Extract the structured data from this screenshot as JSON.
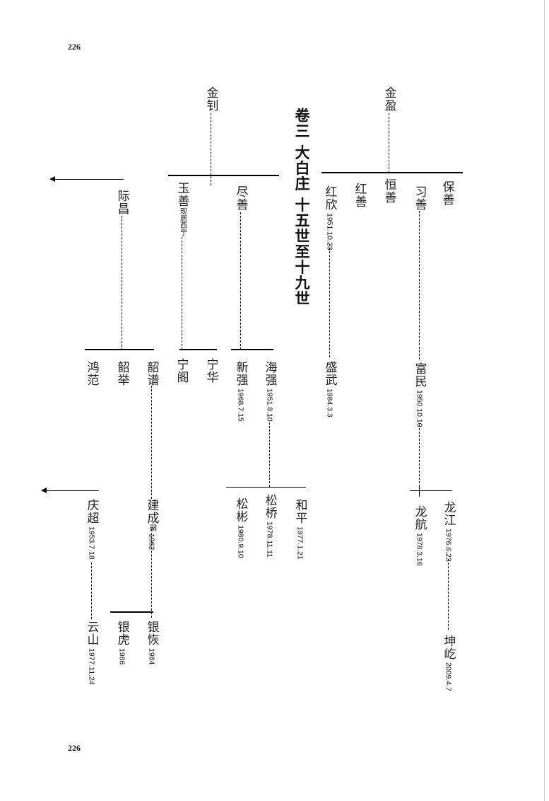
{
  "page_number_top": "226",
  "page_number_bottom": "226",
  "title": "卷三 大白庄 十五世至十九世",
  "nodes": [
    {
      "name": "金盈"
    },
    {
      "name": "金钊"
    },
    {
      "name": "保善"
    },
    {
      "name": "习善"
    },
    {
      "name": "恒善"
    },
    {
      "name": "红善"
    },
    {
      "name": "红欣",
      "date": "1951.10.23"
    },
    {
      "name": "尽善"
    },
    {
      "name": "玉善",
      "note": "现居西宁"
    },
    {
      "name": "际昌"
    },
    {
      "name": "鸿范"
    },
    {
      "name": "韶举"
    },
    {
      "name": "韶谱"
    },
    {
      "name": "宁阁"
    },
    {
      "name": "宁华"
    },
    {
      "name": "新强",
      "date": "1968.7.15"
    },
    {
      "name": "海强",
      "date": "1951.8.10"
    },
    {
      "name": "盛武",
      "date": "1984.3.3"
    },
    {
      "name": "富民",
      "date": "1950.10.10"
    },
    {
      "name": "庆超",
      "date": "1953.7.18"
    },
    {
      "name": "建成",
      "note": "嗣",
      "date": "1962"
    },
    {
      "name": "松彬",
      "date": "1980.9.10"
    },
    {
      "name": "松桥",
      "date": "1978.11.11"
    },
    {
      "name": "和平",
      "date": "1977.1.21"
    },
    {
      "name": "龙航",
      "date": "1978.3.16"
    },
    {
      "name": "龙江",
      "date": "1976.6.23"
    },
    {
      "name": "云山",
      "date": "1977.11.24"
    },
    {
      "name": "银虎",
      "date": "1986"
    },
    {
      "name": "银恢",
      "date": "1984"
    },
    {
      "name": "坤屹",
      "date": "2009.4.7"
    }
  ]
}
